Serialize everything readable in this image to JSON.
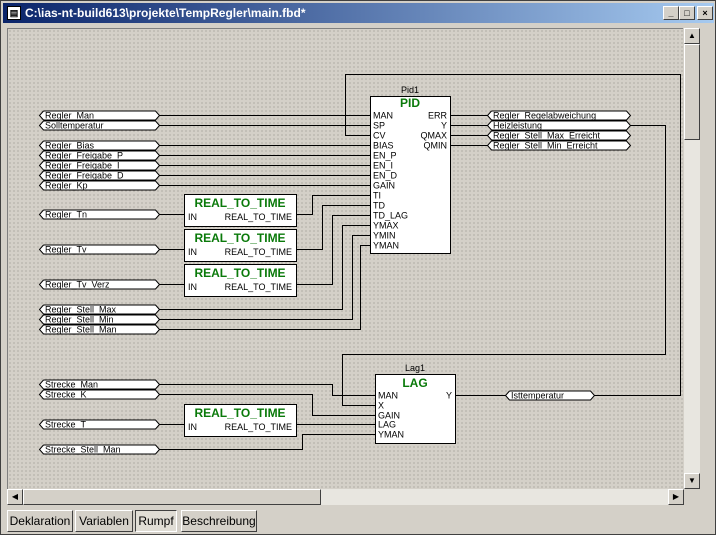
{
  "window": {
    "title": "C:\\ias-nt-build613\\projekte\\TempRegler\\main.fbd*"
  },
  "title_buttons": {
    "minimize": "_",
    "maximize": "□",
    "close": "×"
  },
  "tabs": [
    "Deklaration",
    "Variablen",
    "Rumpf",
    "Beschreibung"
  ],
  "active_tab": "Rumpf",
  "pid": {
    "instance": "Pid1",
    "type": "PID",
    "inputs": [
      "MAN",
      "SP",
      "CV",
      "BIAS",
      "EN_P",
      "EN_I",
      "EN_D",
      "GAIN",
      "TI",
      "TD",
      "TD_LAG",
      "YMAX",
      "YMIN",
      "YMAN"
    ],
    "outputs": [
      "ERR",
      "Y",
      "QMAX",
      "QMIN"
    ]
  },
  "lag": {
    "instance": "Lag1",
    "type": "LAG",
    "inputs": [
      "MAN",
      "X",
      "GAIN",
      "LAG",
      "YMAN"
    ],
    "outputs": [
      "Y"
    ]
  },
  "converter": {
    "type": "REAL_TO_TIME",
    "input": "IN",
    "output": "REAL_TO_TIME"
  },
  "input_vars": [
    "Regler_Man",
    "Solltemperatur",
    "Regler_Bias",
    "Regler_Freigabe_P",
    "Regler_Freigabe_I",
    "Regler_Freigabe_D",
    "Regler_Kp",
    "Regler_Tn",
    "Regler_Tv",
    "Regler_Tv_Verz",
    "Regler_Stell_Max",
    "Regler_Stell_Min",
    "Regler_Stell_Man",
    "Strecke_Man",
    "Strecke_K",
    "Strecke_T",
    "Strecke_Stell_Man"
  ],
  "output_vars": [
    "Regler_Regelabweichung",
    "Heizleistung",
    "Regler_Stell_Max_Erreicht",
    "Regler_Stell_Min_Erreicht",
    "Isttemperatur"
  ],
  "colors": {
    "block_title": "#0a7a0a",
    "title_grad_start": "#0a246a",
    "title_grad_end": "#a6caf0"
  }
}
